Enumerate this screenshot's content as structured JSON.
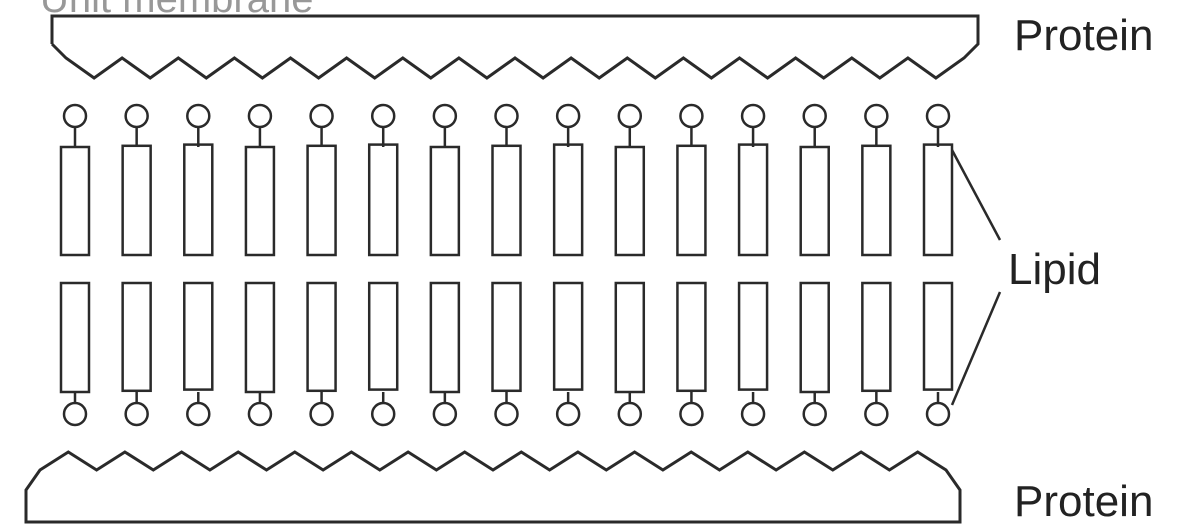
{
  "diagram": {
    "top_caption": "Unit membrane",
    "labels": {
      "protein_top": "Protein",
      "lipid": "Lipid",
      "protein_bottom": "Protein"
    },
    "lipid_molecules_per_layer": 15,
    "layers": [
      "outer-lipid-layer",
      "inner-lipid-layer"
    ],
    "colors": {
      "stroke": "#2a2a2a",
      "text": "#222222",
      "background": "#ffffff"
    }
  }
}
